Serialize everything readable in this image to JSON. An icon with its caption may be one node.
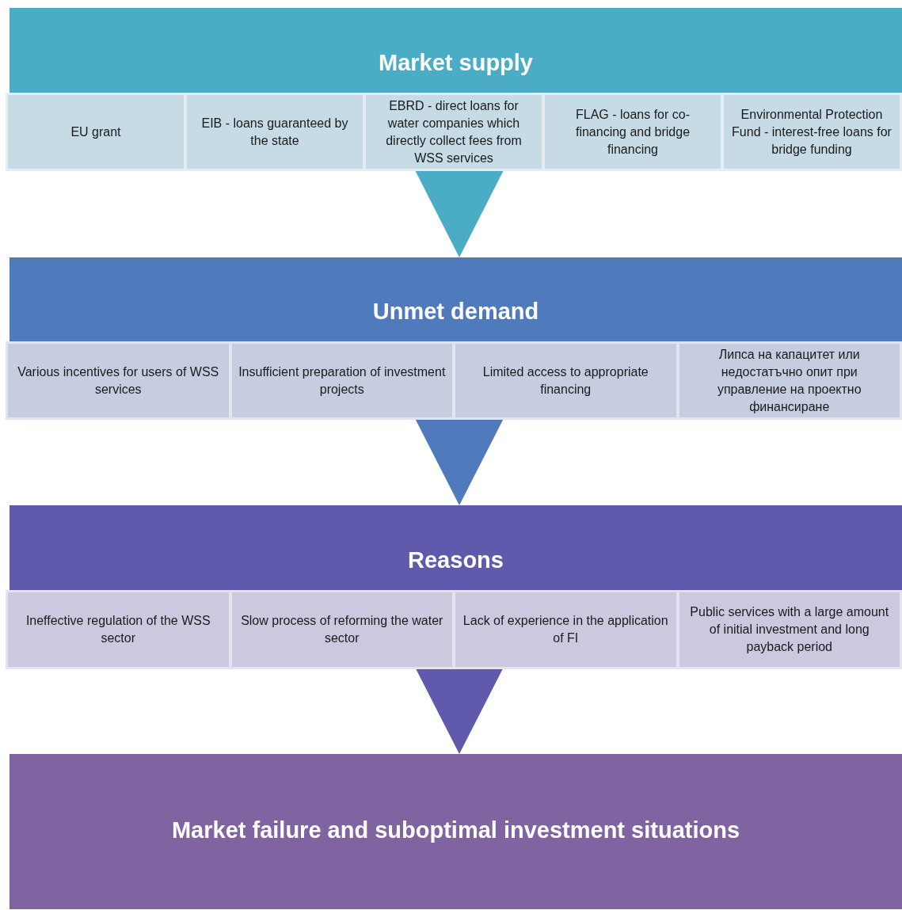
{
  "diagram": {
    "nodes": [
      {
        "text": [
          "Market supply"
        ]
      },
      {
        "text": [
          "EU grant"
        ]
      },
      {
        "text": [
          "EIB - loans guaranteed by the state"
        ]
      },
      {
        "text": [
          "EBRD - direct loans for water companies which directly collect fees from WSS services"
        ]
      },
      {
        "text": [
          "FLAG - loans for co-financing and bridge financing"
        ]
      },
      {
        "text": [
          "Environmental Protection Fund - interest-free loans for bridge funding"
        ]
      },
      {
        "text": [
          "Unmet demand"
        ]
      },
      {
        "text": [
          "Various incentives for users of WSS services"
        ]
      },
      {
        "text": [
          "Insufficient preparation of investment projects"
        ]
      },
      {
        "text": [
          "Limited access to appropriate financing"
        ]
      },
      {
        "text": [
          "Липса на капацитет или недостатъчно опит при управление на проектно финансиране"
        ]
      },
      {
        "text": [
          "Reasons"
        ]
      },
      {
        "text": [
          "Ineffective regulation of the WSS sector"
        ]
      },
      {
        "text": [
          "Slow process of reforming the water sector"
        ]
      },
      {
        "text": [
          "Lack of experience in the application of FI"
        ]
      },
      {
        "text": [
          "Public services with a large amount of initial investment and long payback period"
        ]
      },
      {
        "text": [
          "Market failure and suboptimal investment situations"
        ]
      }
    ],
    "edges": [
      {
        "from": 0,
        "to": 6,
        "arrow": "to",
        "color": "#4bacc6"
      },
      {
        "from": 6,
        "to": 11,
        "arrow": "to",
        "color": "#4f7bbd"
      },
      {
        "from": 11,
        "to": 16,
        "arrow": "to",
        "color": "#5f5aac"
      }
    ]
  }
}
